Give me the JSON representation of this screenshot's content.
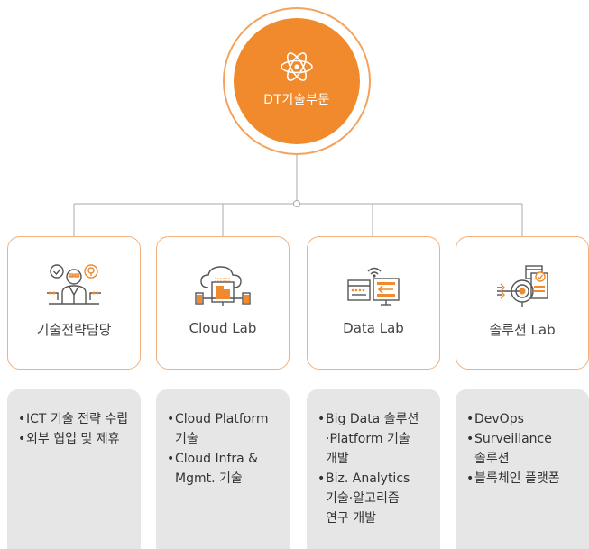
{
  "root": {
    "title": "DT기술부문",
    "icon": "atom-icon"
  },
  "colors": {
    "accent": "#f08a2c",
    "card_border": "#f3b07a",
    "desc_bg": "#e6e6e6",
    "connector": "#a0a0a0"
  },
  "labs": [
    {
      "name": "기술전략담당",
      "icon": "strategy-people-icon",
      "items": [
        "ICT 기술 전략 수립",
        "외부 협업 및 제휴"
      ]
    },
    {
      "name": "Cloud Lab",
      "icon": "cloud-server-icon",
      "items": [
        "Cloud Platform\n기술",
        "Cloud Infra &\nMgmt. 기술"
      ]
    },
    {
      "name": "Data Lab",
      "icon": "data-monitor-icon",
      "items": [
        "Big Data 솔루션\n·Platform 기술\n개발",
        "Biz. Analytics\n기술·알고리즘\n연구 개발"
      ]
    },
    {
      "name": "솔루션 Lab",
      "icon": "target-solution-icon",
      "items": [
        "DevOps",
        "Surveillance\n솔루션",
        "블록체인 플랫폼"
      ]
    }
  ]
}
